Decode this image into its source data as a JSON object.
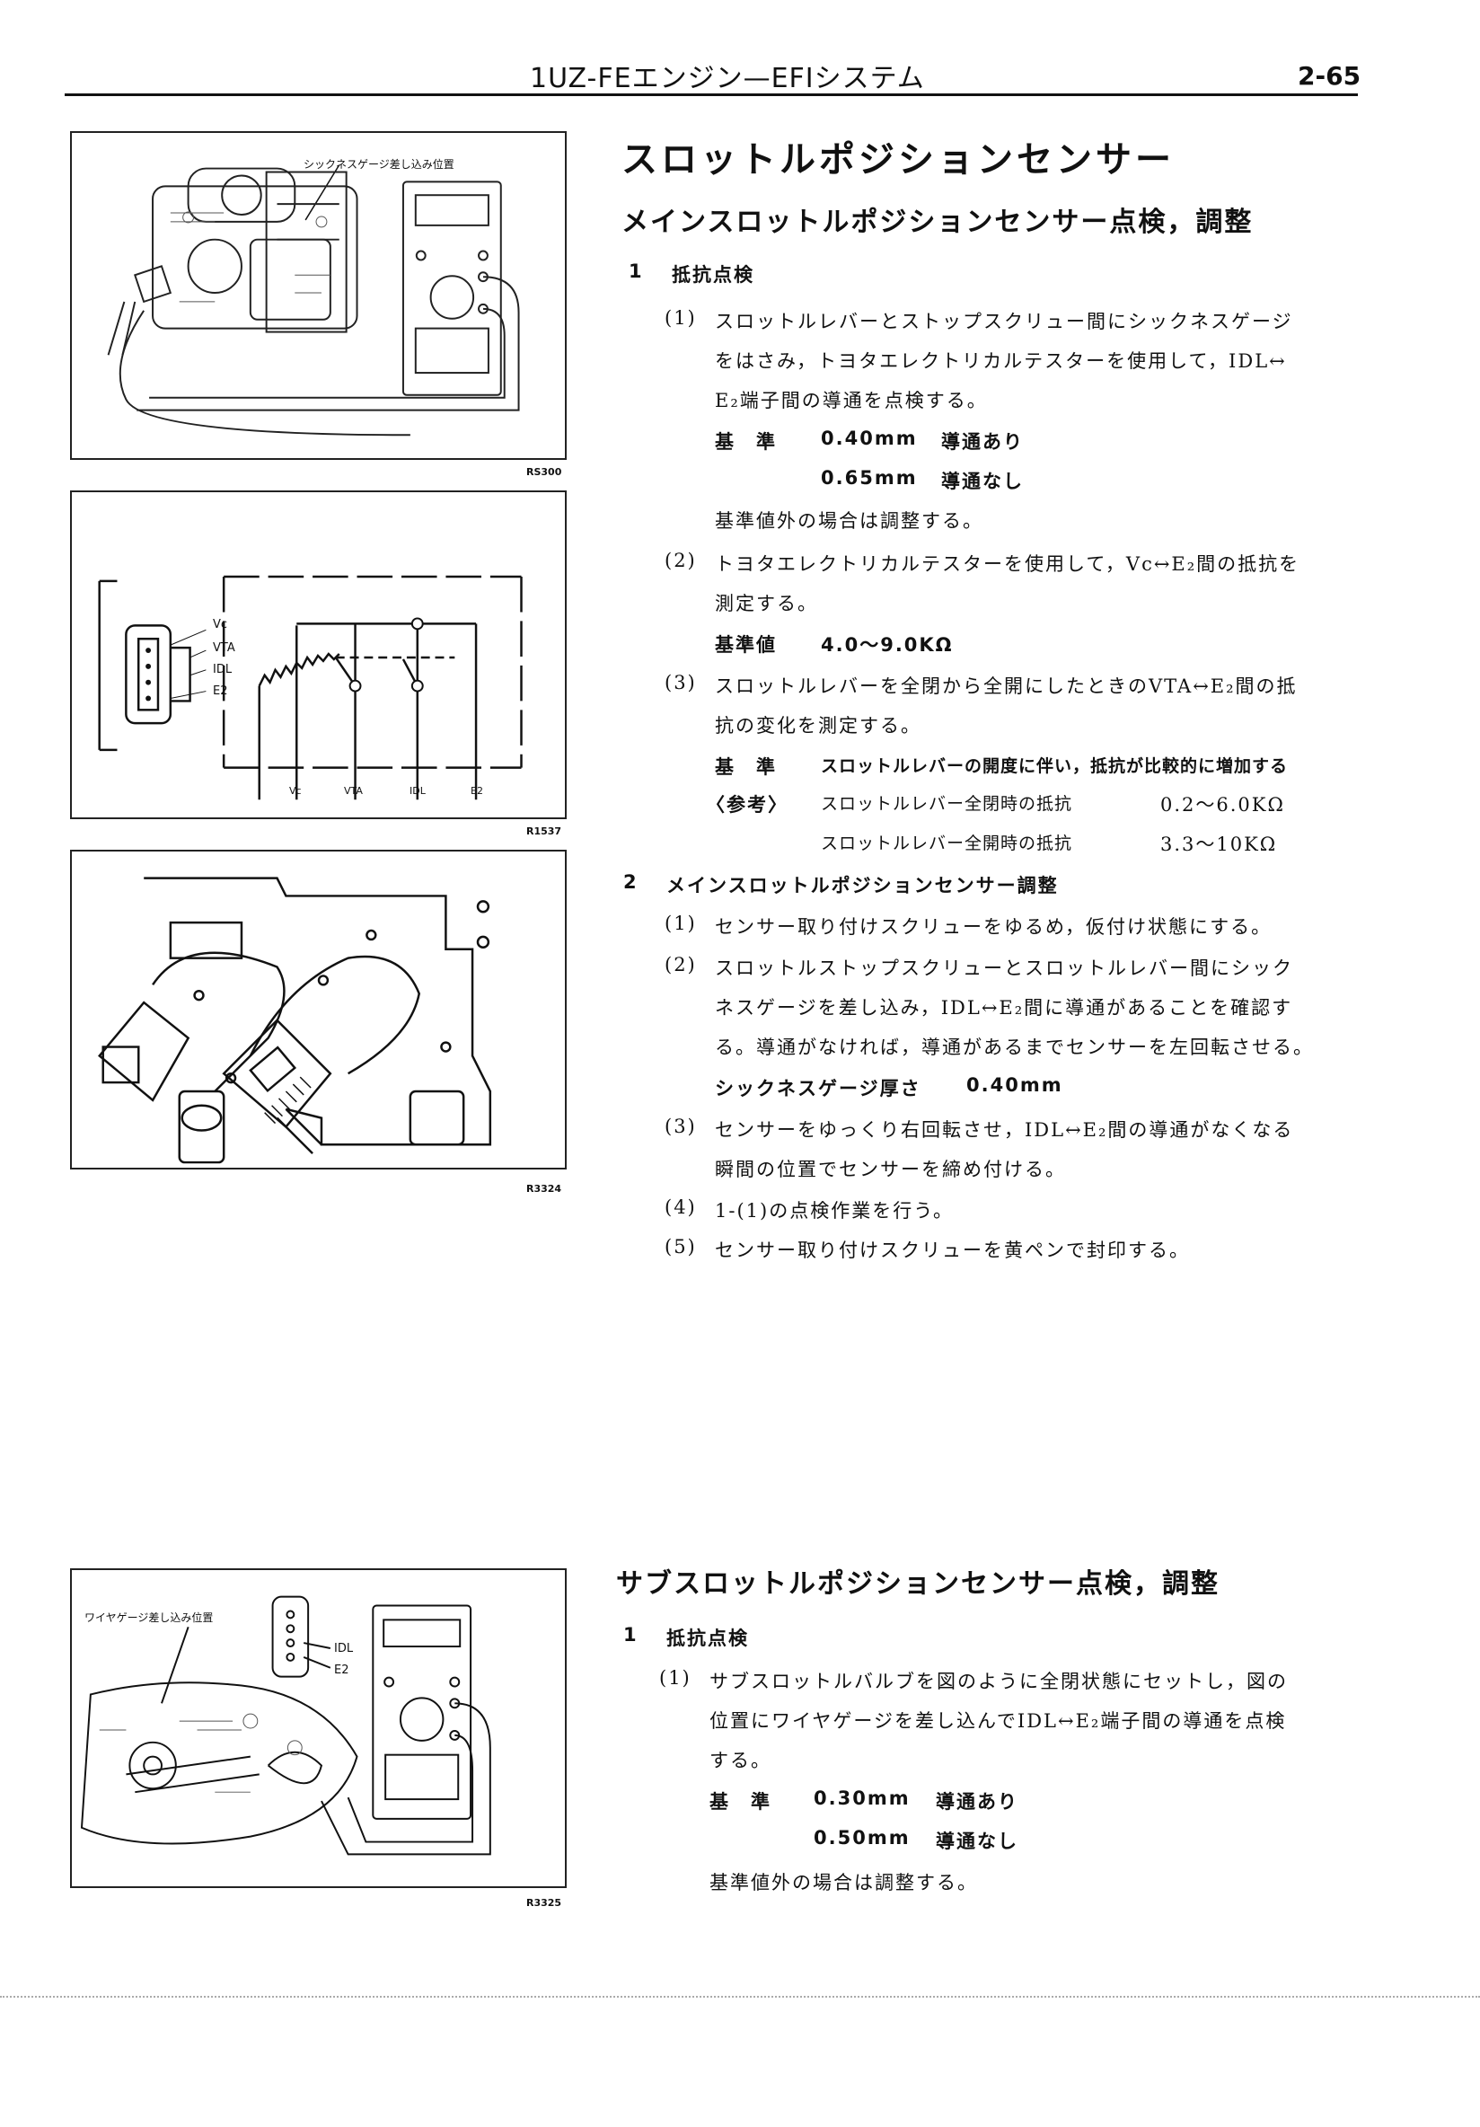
{
  "header": {
    "title": "1UZ-FEエンジン—EFIシステム",
    "page": "2-65"
  },
  "figures": {
    "f1": {
      "code": "RS300",
      "label": "シックネスゲージ差し込み位置"
    },
    "f2": {
      "code": "R1537",
      "pins": [
        "Vc",
        "VTA",
        "IDL",
        "E2"
      ],
      "bottom": [
        "Vc",
        "VTA",
        "IDL",
        "E2"
      ]
    },
    "f3": {
      "code": "R3324"
    },
    "f4": {
      "code": "R3325",
      "label": "ワイヤゲージ差し込み位置",
      "pins": [
        "IDL",
        "E2"
      ]
    }
  },
  "main": {
    "title": "スロットルポジションセンサー",
    "sub1": "メインスロットルポジションセンサー点検，調整",
    "s1_num": "1",
    "s1_title": "抵抗点検",
    "p1_num": "(1)",
    "p1_l1": "スロットルレバーとストップスクリュー間にシックネスゲージ",
    "p1_l2": "をはさみ，トヨタエレクトリカルテスターを使用して，IDL↔",
    "p1_l3": "E₂端子間の導通を点検する。",
    "std_label": "基　準",
    "std1_v": "0.40mm",
    "std1_r": "導通あり",
    "std2_v": "0.65mm",
    "std2_r": "導通なし",
    "p1_note": "基準値外の場合は調整する。",
    "p2_num": "(2)",
    "p2_l1": "トヨタエレクトリカルテスターを使用して，Vc↔E₂間の抵抗を",
    "p2_l2": "測定する。",
    "std3_label": "基準値",
    "std3_v": "4.0〜9.0KΩ",
    "p3_num": "(3)",
    "p3_l1": "スロットルレバーを全閉から全開にしたときのVTA↔E₂間の抵",
    "p3_l2": "抗の変化を測定する。",
    "std4_label": "基　準",
    "std4_v": "スロットルレバーの開度に伴い，抵抗が比較的に増加する",
    "ref_label": "〈参考〉",
    "ref1": "スロットルレバー全閉時の抵抗",
    "ref1_v": "0.2〜6.0KΩ",
    "ref2": "スロットルレバー全開時の抵抗",
    "ref2_v": "3.3〜10KΩ",
    "s2_num": "2",
    "s2_title": "メインスロットルポジションセンサー調整",
    "a1_num": "(1)",
    "a1_l1": "センサー取り付けスクリューをゆるめ，仮付け状態にする。",
    "a2_num": "(2)",
    "a2_l1": "スロットルストップスクリューとスロットルレバー間にシック",
    "a2_l2": "ネスゲージを差し込み，IDL↔E₂間に導通があることを確認す",
    "a2_l3": "る。導通がなければ，導通があるまでセンサーを左回転させる。",
    "a2_std_label": "シックネスゲージ厚さ",
    "a2_std_v": "0.40mm",
    "a3_num": "(3)",
    "a3_l1": "センサーをゆっくり右回転させ，IDL↔E₂間の導通がなくなる",
    "a3_l2": "瞬間の位置でセンサーを締め付ける。",
    "a4_num": "(4)",
    "a4_l1": "1-(1)の点検作業を行う。",
    "a5_num": "(5)",
    "a5_l1": "センサー取り付けスクリューを黄ペンで封印する。"
  },
  "sub": {
    "title": "サブスロットルポジションセンサー点検，調整",
    "s1_num": "1",
    "s1_title": "抵抗点検",
    "p1_num": "(1)",
    "p1_l1": "サブスロットルバルブを図のように全閉状態にセットし，図の",
    "p1_l2": "位置にワイヤゲージを差し込んでIDL↔E₂端子間の導通を点検",
    "p1_l3": "する。",
    "std_label": "基　準",
    "std1_v": "0.30mm",
    "std1_r": "導通あり",
    "std2_v": "0.50mm",
    "std2_r": "導通なし",
    "note": "基準値外の場合は調整する。"
  }
}
